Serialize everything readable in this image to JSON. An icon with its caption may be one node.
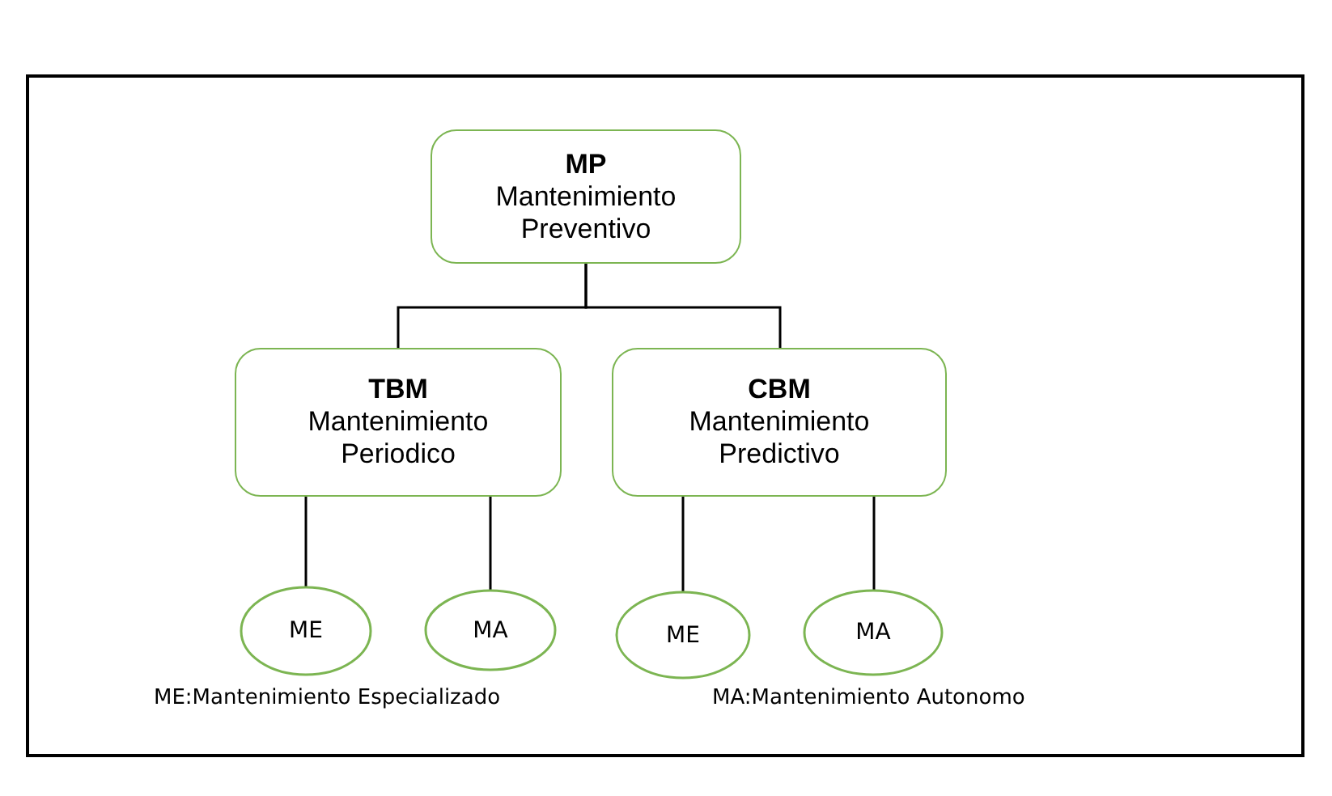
{
  "diagram": {
    "nodes": [
      {
        "text": [
          "MP",
          "Mantenimiento Preventivo"
        ]
      },
      {
        "text": [
          "TBM",
          "Mantenimiento Periodico"
        ]
      },
      {
        "text": [
          "CBM",
          "Mantenimiento Predictivo"
        ]
      },
      {
        "text": [
          "ME"
        ]
      },
      {
        "text": [
          "MA"
        ]
      },
      {
        "text": [
          "ME"
        ]
      },
      {
        "text": [
          "MA"
        ]
      }
    ],
    "edges": [
      {
        "from": 0,
        "to": 1,
        "arrow": "none"
      },
      {
        "from": 0,
        "to": 2,
        "arrow": "none"
      },
      {
        "from": 1,
        "to": 3,
        "arrow": "none"
      },
      {
        "from": 1,
        "to": 4,
        "arrow": "none"
      },
      {
        "from": 2,
        "to": 5,
        "arrow": "none"
      },
      {
        "from": 2,
        "to": 6,
        "arrow": "none"
      }
    ],
    "labels": [
      "ME:Mantenimiento Especializado",
      "MA:Mantenimiento Autonomo"
    ]
  }
}
